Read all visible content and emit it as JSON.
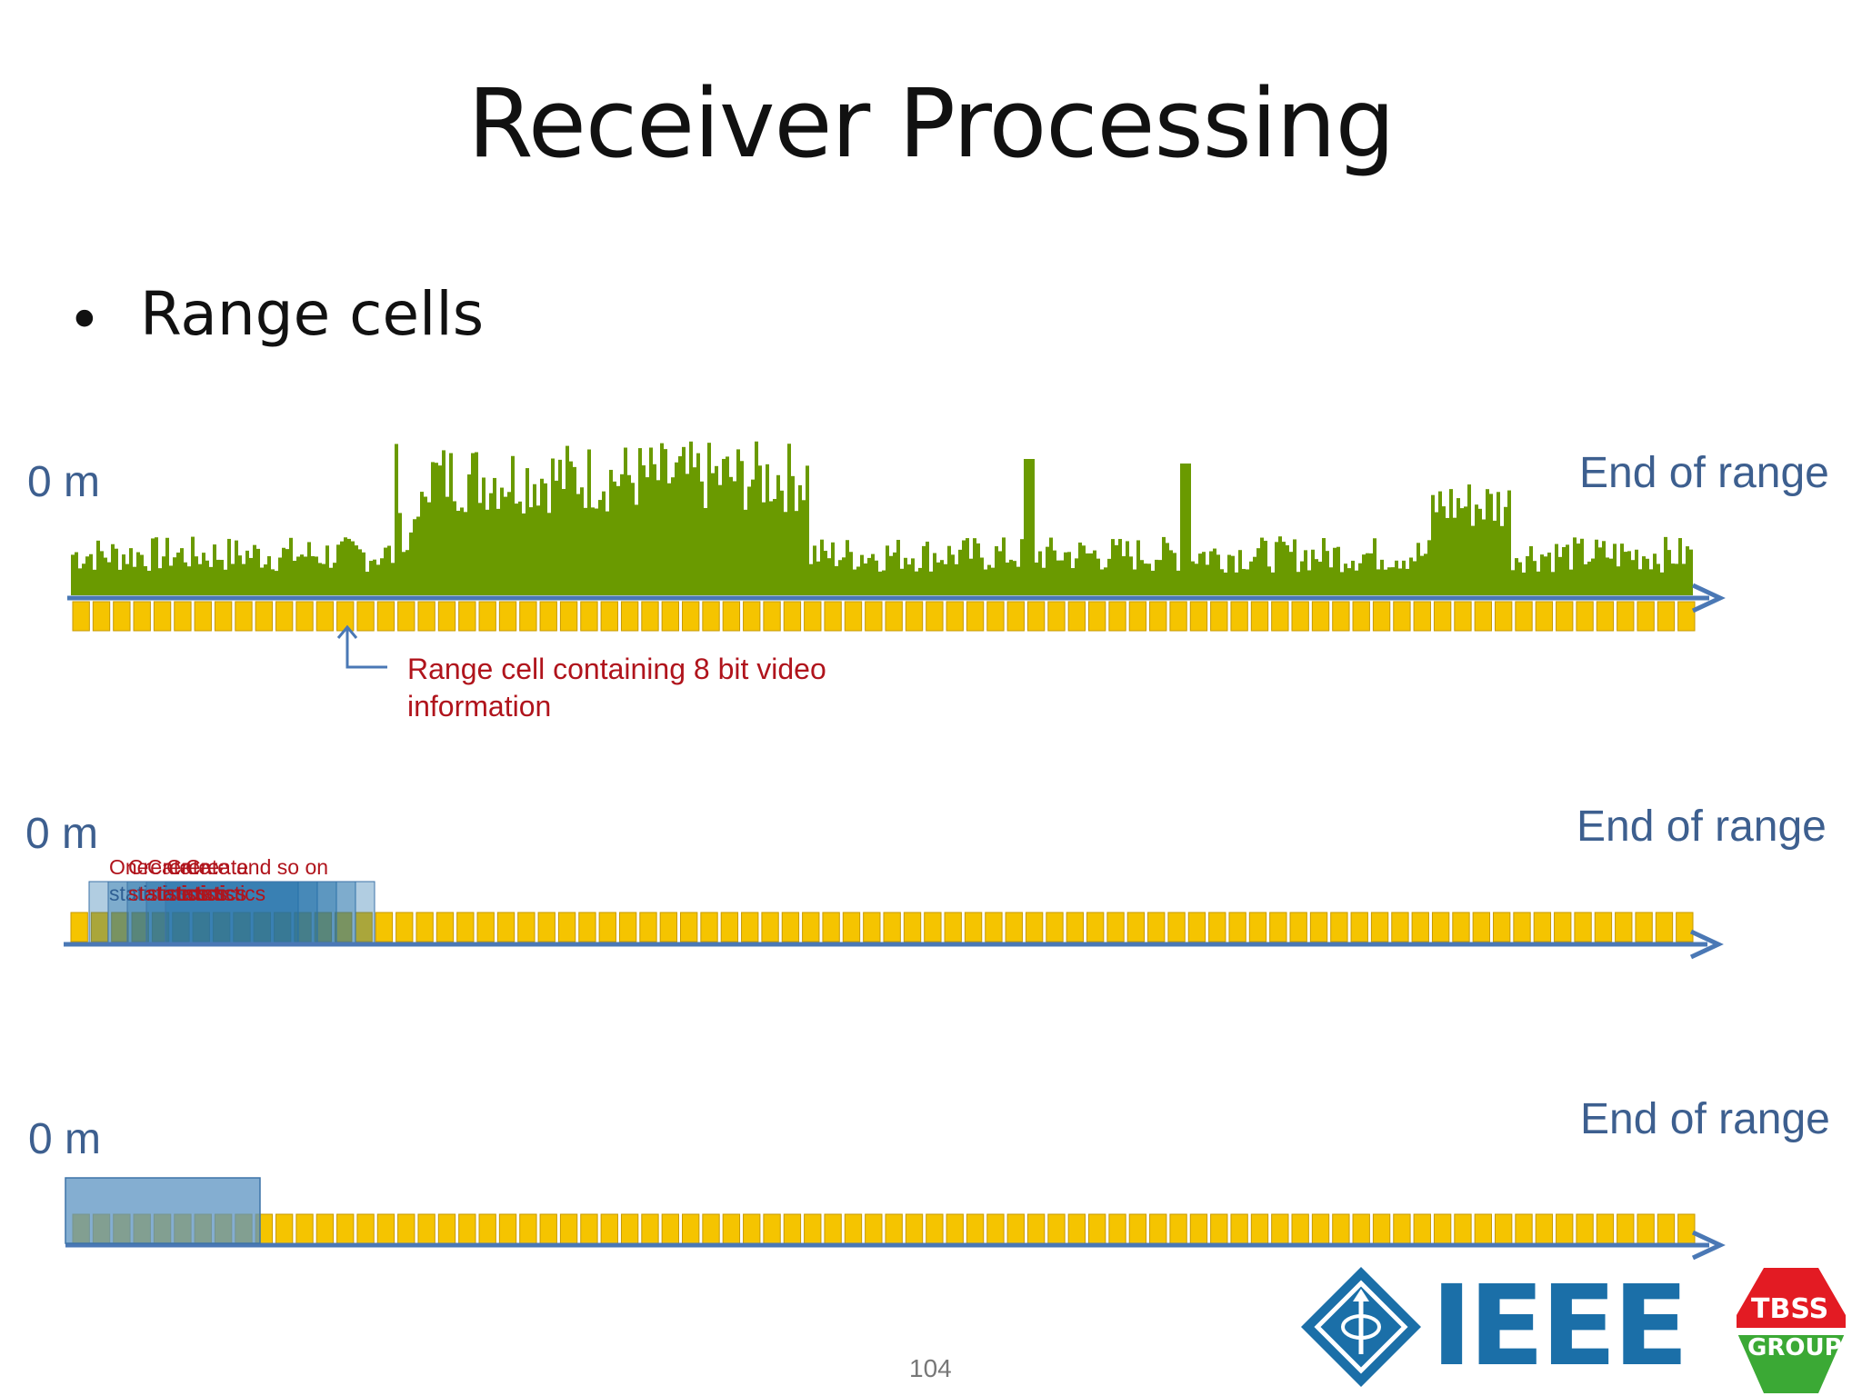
{
  "slide": {
    "title": "Receiver Processing",
    "bullet_symbol": "•",
    "bullet": "Range cells",
    "page_number": "104"
  },
  "panel1": {
    "start_label": "0 m",
    "end_label": "End of range",
    "callout": "Range cell containing 8 bit video information"
  },
  "panel2": {
    "start_label": "0 m",
    "end_label": "End of range",
    "overlap_texts": [
      "One",
      "Create",
      "Create",
      "Create",
      "Create",
      "and so on"
    ],
    "overlap_stat_texts": [
      "statistics",
      "statistics",
      "statistics",
      "statistics",
      "statistics"
    ]
  },
  "panel3": {
    "start_label": "0 m",
    "end_label": "End of range"
  },
  "logos": {
    "ieee": "IEEE",
    "tbss_top": "TBSS",
    "tbss_bottom": "GROUP"
  },
  "colors": {
    "cell_fill": "#f5c400",
    "cell_stroke": "#c79a00",
    "axis": "#4a78b5",
    "signal": "#6a9a00",
    "label_blue": "#3d5f8f",
    "callout_red": "#b0141c",
    "ieee_blue": "#1b6fa8",
    "tbss_red": "#e31b23",
    "tbss_green": "#3ba935"
  }
}
